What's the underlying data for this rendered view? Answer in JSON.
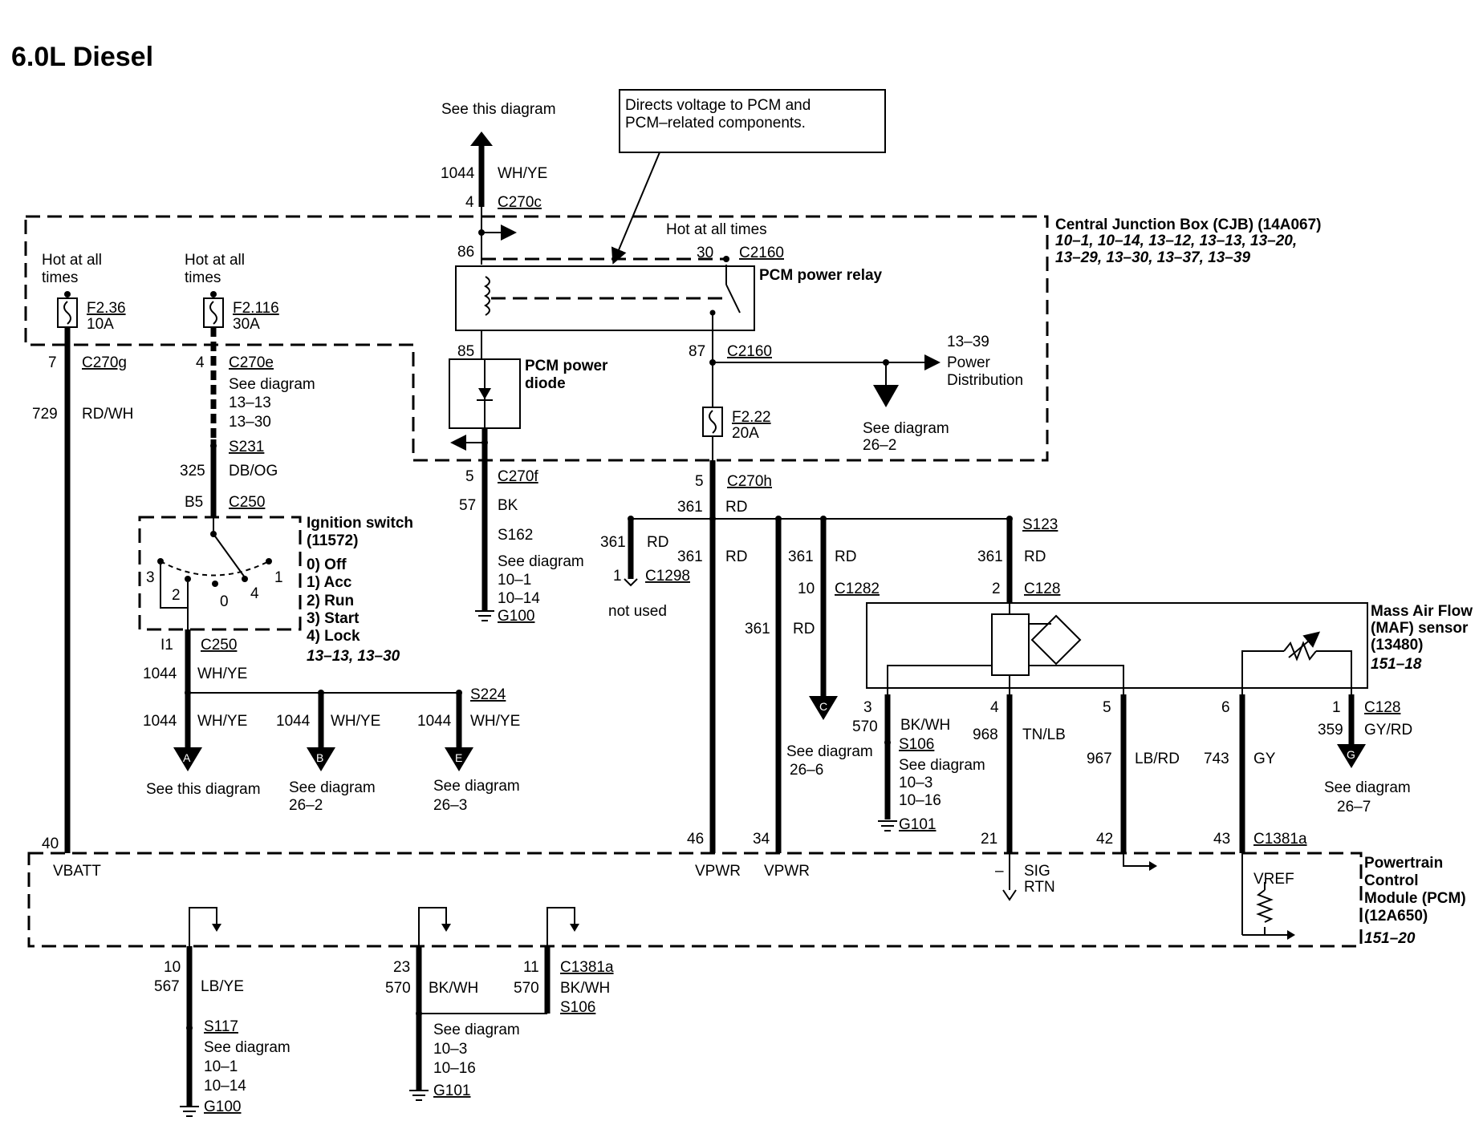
{
  "title": "6.0L Diesel",
  "callout": [
    "Directs voltage to PCM and",
    "PCM–related components."
  ],
  "top_ref": "See this diagram",
  "top_wire": {
    "circuit": "1044",
    "color": "WH/YE",
    "pin": "4",
    "connector": "C270c"
  },
  "cjb": {
    "title": "Central Junction Box (CJB) (14A067)",
    "refs1": "10–1, 10–14, 13–12, 13–13, 13–20,",
    "refs2": "13–29, 13–30, 13–37, 13–39"
  },
  "hot1": [
    "Hot at all",
    "times"
  ],
  "hot2": [
    "Hot at all",
    "times"
  ],
  "hot3": "Hot at all times",
  "fuse1": {
    "name": "F2.36",
    "rating": "10A"
  },
  "fuse2": {
    "name": "F2.116",
    "rating": "30A"
  },
  "fuse3": {
    "name": "F2.22",
    "rating": "20A"
  },
  "relay": {
    "label": "PCM power relay",
    "pin86": "86",
    "pin30": "30",
    "c30": "C2160",
    "pin85": "85",
    "pin87": "87",
    "c87": "C2160"
  },
  "diode": [
    "PCM power",
    "diode"
  ],
  "power_dist": {
    "ref": "13–39",
    "line1": "Power",
    "line2": "Distribution"
  },
  "see_d": [
    "See diagram",
    "26–2"
  ],
  "left1": {
    "pin": "7",
    "conn": "C270g",
    "circuit": "729",
    "color": "RD/WH",
    "pcm_pin": "40",
    "pcm_label": "VBATT"
  },
  "left2": {
    "pin": "4",
    "conn": "C270e",
    "see": [
      "See diagram",
      "13–13",
      "13–30"
    ],
    "splice": "S231",
    "circuit": "325",
    "color": "DB/OG",
    "pin_b5": "B5",
    "conn_b5": "C250"
  },
  "ign": {
    "title": "Ignition switch",
    "part": "(11572)",
    "positions": [
      "0) Off",
      "1) Acc",
      "2) Run",
      "3) Start",
      "4) Lock"
    ],
    "refs": "13–13, 13–30",
    "n0": "0",
    "n1": "1",
    "n2": "2",
    "n3": "3",
    "n4": "4",
    "out_pin": "I1",
    "out_conn": "C250"
  },
  "ign_out": {
    "circuit": "1044",
    "color": "WH/YE",
    "splice": "S224"
  },
  "arrowA": {
    "circuit": "1044",
    "color": "WH/YE",
    "letter": "A",
    "ref": "See this diagram"
  },
  "arrowB": {
    "circuit": "1044",
    "color": "WH/YE",
    "letter": "B",
    "ref": [
      "See diagram",
      "26–2"
    ]
  },
  "arrowE": {
    "circuit": "1044",
    "color": "WH/YE",
    "letter": "E",
    "ref": [
      "See diagram",
      "26–3"
    ]
  },
  "diode_out": {
    "pin": "5",
    "conn": "C270f",
    "circuit": "57",
    "color": "BK",
    "splice": "S162",
    "see": [
      "See diagram",
      "10–1",
      "10–14"
    ],
    "ground": "G100"
  },
  "relay_out": {
    "pin": "5",
    "conn": "C270h",
    "circuit": "361",
    "color": "RD"
  },
  "branch": {
    "c1298": {
      "circuit": "361",
      "color": "RD",
      "pin": "1",
      "conn": "C1298",
      "note": "not used"
    },
    "vpwr1": {
      "circuit": "361",
      "color": "RD",
      "pcm_pin": "46",
      "label": "VPWR"
    },
    "vpwr2": {
      "circuit": "361",
      "color": "RD",
      "circuit2": "361",
      "color2": "RD",
      "pcm_pin": "34",
      "label": "VPWR"
    },
    "c1282": {
      "circuit": "361",
      "color": "RD",
      "pin": "10",
      "conn": "C1282",
      "letter": "C",
      "ref": [
        "See diagram",
        "26–6"
      ]
    },
    "s123": {
      "splice": "S123",
      "circuit": "361",
      "color": "RD",
      "pin": "2",
      "conn": "C128"
    }
  },
  "maf": {
    "title": [
      "Mass Air Flow",
      "(MAF) sensor",
      "(13480)"
    ],
    "ref": "151–18"
  },
  "maf_out": {
    "p3": {
      "pin": "3",
      "circuit": "570",
      "color": "BK/WH",
      "splice": "S106",
      "see": [
        "See diagram",
        "10–3",
        "10–16"
      ],
      "ground": "G101"
    },
    "p4": {
      "pin": "4",
      "circuit": "968",
      "color": "TN/LB",
      "pcm_pin": "21"
    },
    "p5": {
      "pin": "5",
      "circuit": "967",
      "color": "LB/RD",
      "pcm_pin": "42"
    },
    "p6": {
      "pin": "6",
      "circuit": "743",
      "color": "GY",
      "pcm_pin": "43",
      "pcm_conn": "C1381a"
    },
    "p1": {
      "pin": "1",
      "conn": "C128",
      "circuit": "359",
      "color": "GY/RD",
      "letter": "G",
      "ref": [
        "See diagram",
        "26–7"
      ]
    }
  },
  "pcm": {
    "title": [
      "Powertrain",
      "Control",
      "Module (PCM)",
      "(12A650)"
    ],
    "ref": "151–20",
    "sig": "SIG",
    "rtn": "RTN",
    "vref": "VREF",
    "minus": "–"
  },
  "pcm_bottom": {
    "g1": {
      "pin": "10",
      "circuit": "567",
      "color": "LB/YE",
      "splice": "S117",
      "see": [
        "See diagram",
        "10–1",
        "10–14"
      ],
      "ground": "G100"
    },
    "g2": {
      "pin": "23",
      "circuit": "570",
      "color": "BK/WH",
      "see": [
        "See diagram",
        "10–3",
        "10–16"
      ],
      "ground": "G101"
    },
    "g3": {
      "pin": "11",
      "conn": "C1381a",
      "circuit": "570",
      "color": "BK/WH",
      "splice": "S106"
    }
  }
}
